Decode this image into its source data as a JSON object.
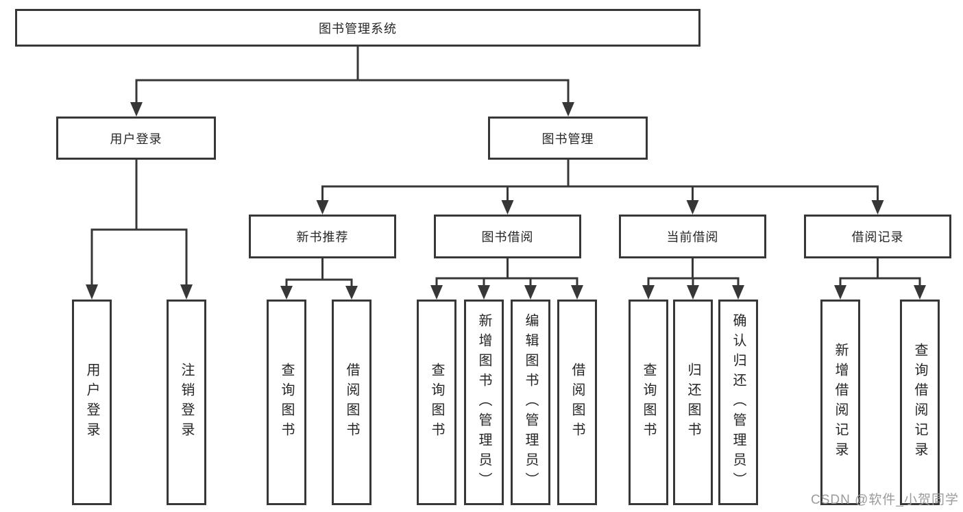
{
  "diagram": {
    "tree": {
      "root": {
        "label": "图书管理系统"
      },
      "level2": [
        {
          "label": "用户登录",
          "children": [
            {
              "label": "用户登录"
            },
            {
              "label": "注销登录"
            }
          ]
        },
        {
          "label": "图书管理",
          "children": [
            {
              "label": "新书推荐",
              "children": [
                {
                  "label": "查询图书"
                },
                {
                  "label": "借阅图书"
                }
              ]
            },
            {
              "label": "图书借阅",
              "children": [
                {
                  "label": "查询图书"
                },
                {
                  "label": "新增图书（管理员）"
                },
                {
                  "label": "编辑图书（管理员）"
                },
                {
                  "label": "借阅图书"
                }
              ]
            },
            {
              "label": "当前借阅",
              "children": [
                {
                  "label": "查询图书"
                },
                {
                  "label": "归还图书"
                },
                {
                  "label": "确认归还（管理员）"
                }
              ]
            },
            {
              "label": "借阅记录",
              "children": [
                {
                  "label": "新增借阅记录"
                },
                {
                  "label": "查询借阅记录"
                }
              ]
            }
          ]
        }
      ]
    },
    "colors": {
      "line": "#373737",
      "text": "#262626",
      "watermark_text": "#9b9b9b",
      "background": "#ffffff"
    }
  },
  "watermark": {
    "text": "CSDN @软件_小贺同学"
  }
}
